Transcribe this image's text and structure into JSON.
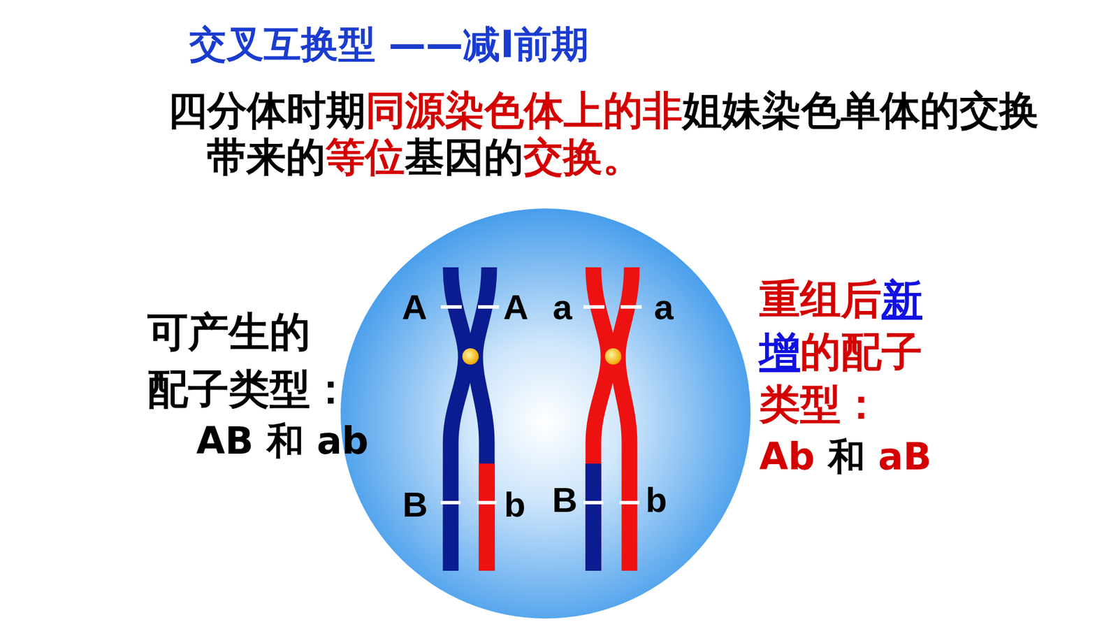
{
  "diagram": {
    "title": "交叉互换型 ——减Ⅰ前期",
    "labels": [
      "四分体时期同源染色体上的非姐妹染色单体的交换带来的等位基因的交换。",
      "可产生的配子类型：",
      "AB 和 ab",
      "A",
      "A",
      "a",
      "a",
      "B",
      "b",
      "B",
      "b",
      "重组后新增的配子类型：",
      "Ab 和 aB"
    ]
  }
}
